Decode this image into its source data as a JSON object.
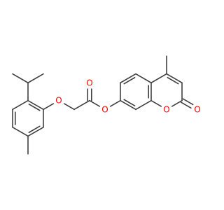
{
  "molecule": {
    "atoms": [
      {
        "id": "ester-o-carbonyl",
        "label": "O",
        "color": "#ff0000"
      },
      {
        "id": "ether-o",
        "label": "O",
        "color": "#ff0000"
      },
      {
        "id": "ester-o-bridge",
        "label": "O",
        "color": "#ff0000"
      },
      {
        "id": "ring-o",
        "label": "O",
        "color": "#ff0000"
      },
      {
        "id": "lactone-o-carbonyl",
        "label": "O",
        "color": "#ff0000"
      }
    ],
    "colors": {
      "bond": "#404040",
      "heteroatom": "#ff0000",
      "background": "#ffffff"
    }
  }
}
